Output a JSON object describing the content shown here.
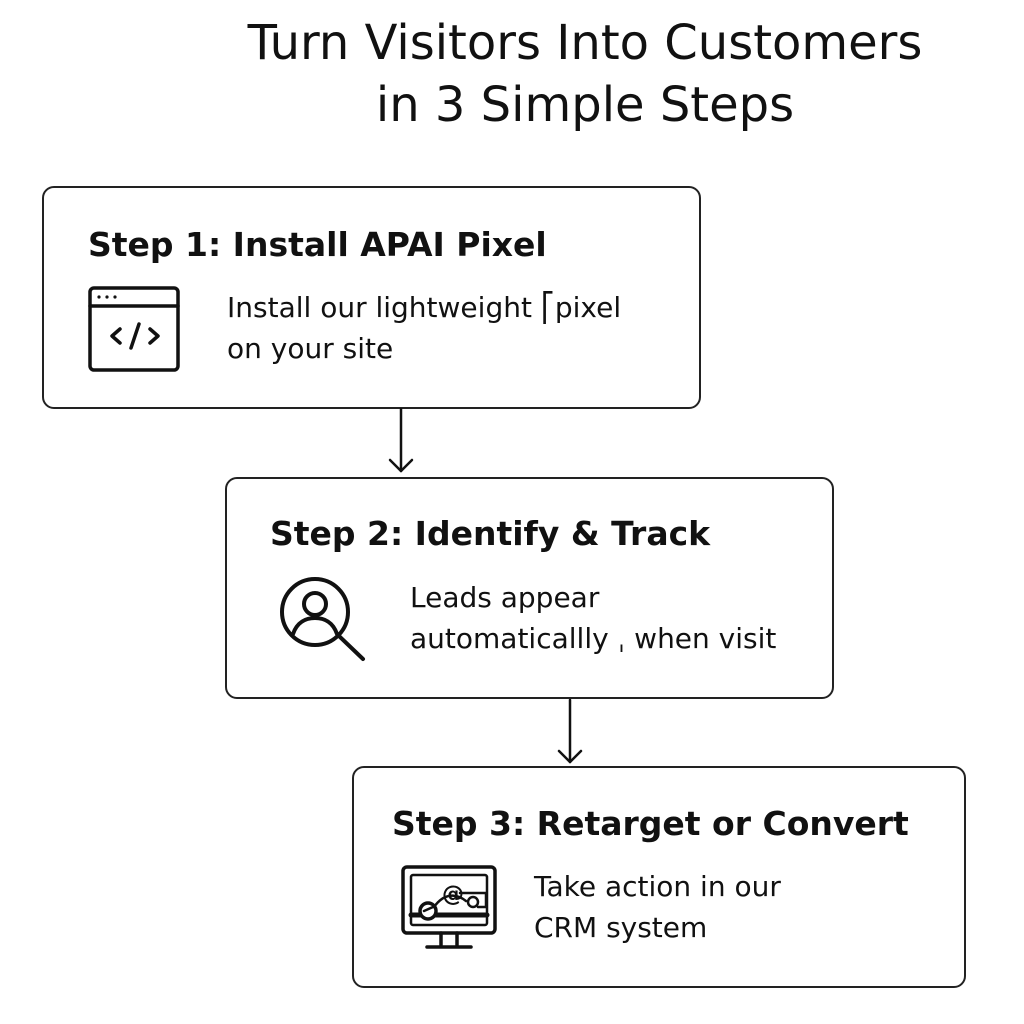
{
  "title": {
    "line1": "Turn Visitors Into Customers",
    "line2": "in 3 Simple Steps"
  },
  "steps": [
    {
      "heading": "Step 1: Install APAI Pixel",
      "description_lines": [
        "Install our lightweight ⎡pixel",
        "on your site"
      ],
      "icon": "code-window-icon"
    },
    {
      "heading": "Step 2: Identify & Track",
      "description_lines": [
        "Leads appear",
        "automaticallly ˌ when visit"
      ],
      "icon": "user-search-icon"
    },
    {
      "heading": "Step 3: Retarget or Convert",
      "description_lines": [
        "Take action in our",
        "CRM system"
      ],
      "icon": "crm-monitor-icon"
    }
  ],
  "colors": {
    "background": "#ffffff",
    "ink": "#111111",
    "border": "#222222"
  }
}
